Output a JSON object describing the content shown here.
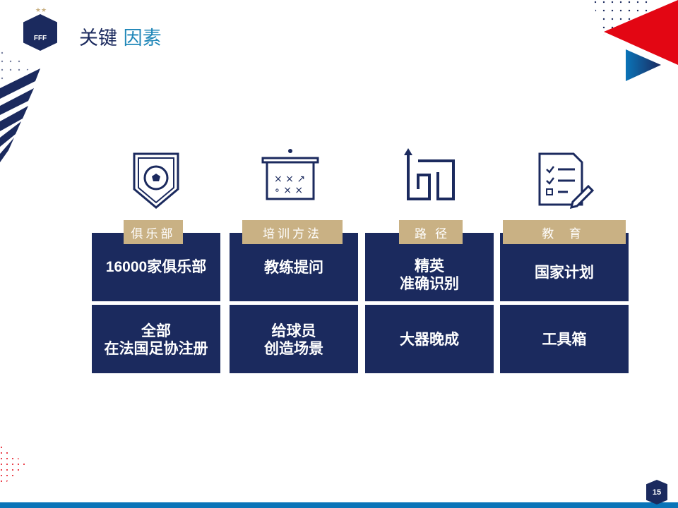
{
  "header": {
    "title_part1": "关键",
    "title_part2": "因素",
    "logo_text": "FFF"
  },
  "columns": [
    {
      "label": "俱乐部",
      "top": "16000家俱乐部",
      "bottom": "全部\n在法国足协注册",
      "icon": "soccer-shield-icon"
    },
    {
      "label": "培训方法",
      "top": "教练提问",
      "bottom": "给球员\n创造场景",
      "icon": "tactics-board-icon"
    },
    {
      "label": "路径",
      "top": "精英\n准确识别",
      "bottom": "大器晚成",
      "icon": "path-maze-icon"
    },
    {
      "label": "教 育",
      "top": "国家计划",
      "bottom": "工具箱",
      "icon": "checklist-document-icon"
    }
  ],
  "footer": {
    "page_number": "15"
  },
  "colors": {
    "navy": "#1b2a5e",
    "gold": "#c9b184",
    "red": "#e30613",
    "blue": "#0a74b8"
  }
}
